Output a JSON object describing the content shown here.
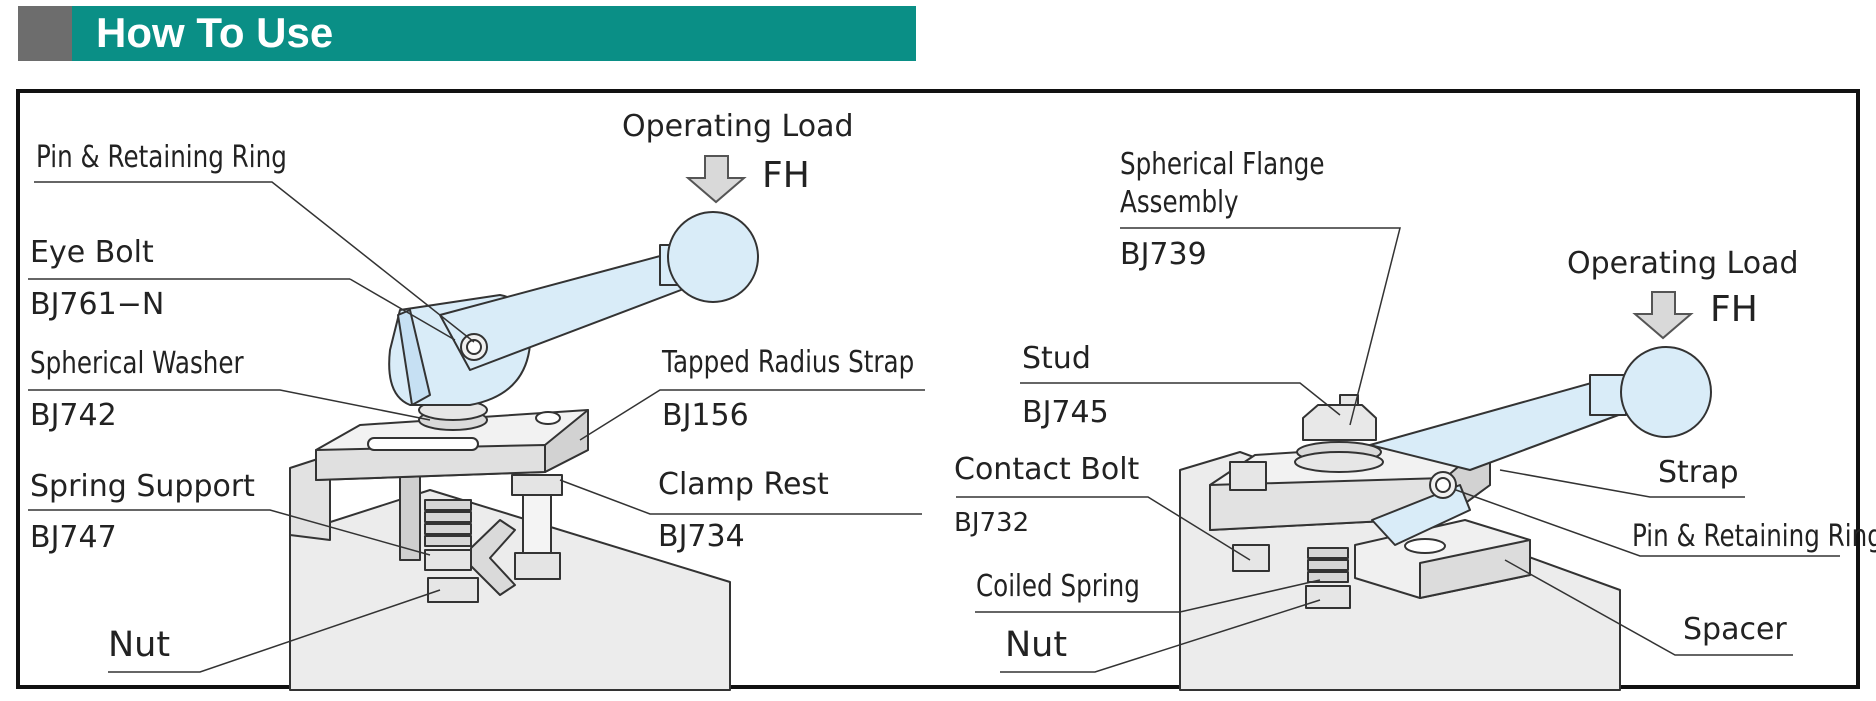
{
  "header": {
    "title": "How To Use"
  },
  "colors": {
    "header_bg": "#0a8f86",
    "header_accent": "#6d6d6d",
    "part_fill": "#d9ecf8",
    "base_fill": "#e9e9e9"
  },
  "left": {
    "load_title": "Operating Load",
    "load_symbol": "FH",
    "labels": [
      {
        "id": "pin_ring",
        "name": "Pin & Retaining Ring"
      },
      {
        "id": "eye_bolt",
        "name": "Eye Bolt",
        "code": "BJ761−N"
      },
      {
        "id": "sph_washer",
        "name": "Spherical Washer",
        "code": "BJ742"
      },
      {
        "id": "spring_support",
        "name": "Spring Support",
        "code": "BJ747"
      },
      {
        "id": "nut",
        "name": "Nut"
      },
      {
        "id": "tapped_strap",
        "name": "Tapped Radius Strap",
        "code": "BJ156"
      },
      {
        "id": "clamp_rest",
        "name": "Clamp Rest",
        "code": "BJ734"
      }
    ]
  },
  "right": {
    "load_title": "Operating Load",
    "load_symbol": "FH",
    "labels": [
      {
        "id": "sph_flange",
        "name": "Spherical Flange",
        "name2": "Assembly",
        "code": "BJ739"
      },
      {
        "id": "stud",
        "name": "Stud",
        "code": "BJ745"
      },
      {
        "id": "contact_bolt",
        "name": "Contact Bolt",
        "code": "BJ732"
      },
      {
        "id": "coiled_spring",
        "name": "Coiled Spring"
      },
      {
        "id": "nut",
        "name": "Nut"
      },
      {
        "id": "strap",
        "name": "Strap"
      },
      {
        "id": "pin_ring",
        "name": "Pin & Retaining Ring"
      },
      {
        "id": "spacer",
        "name": "Spacer"
      }
    ]
  }
}
